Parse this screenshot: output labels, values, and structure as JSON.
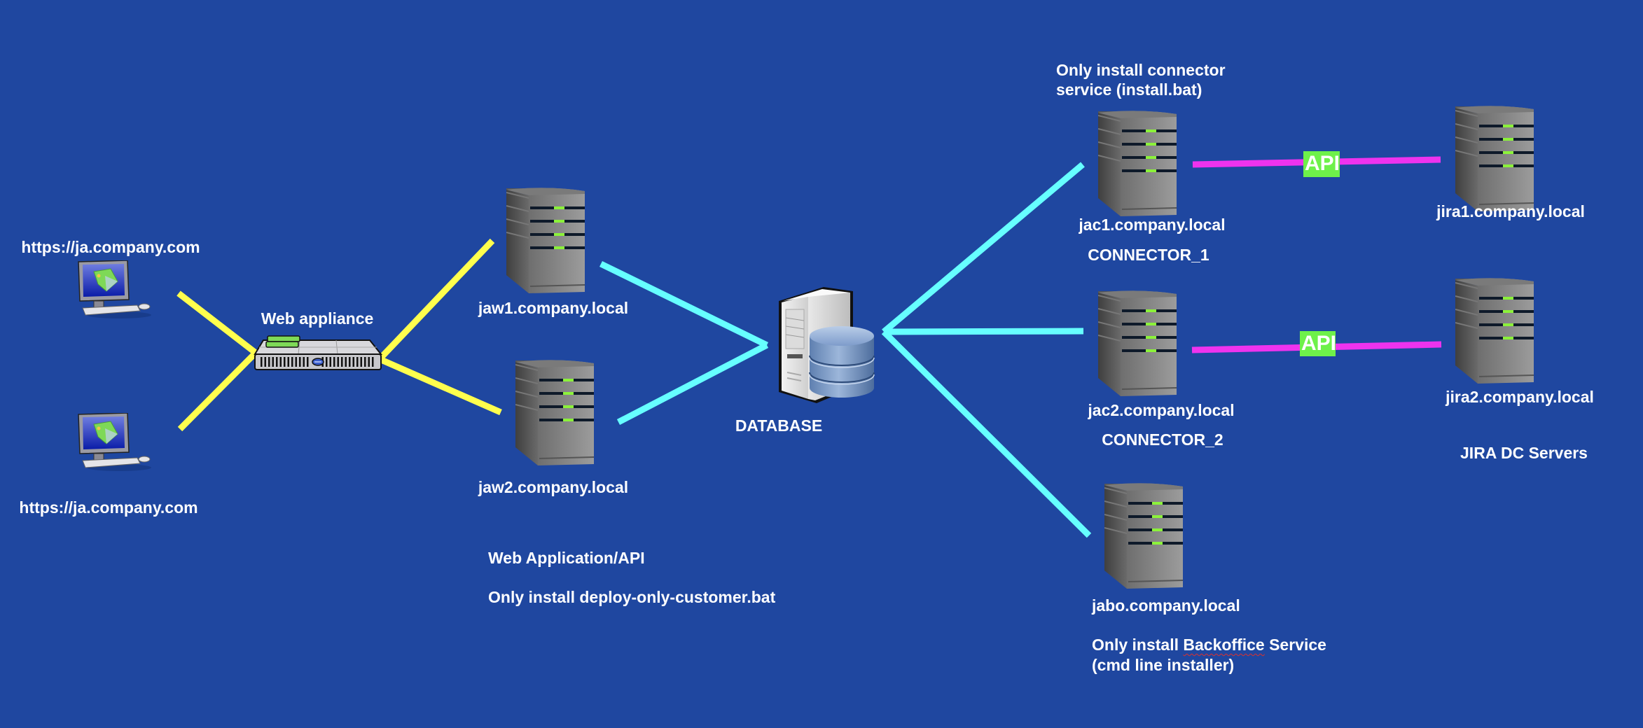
{
  "colors": {
    "background": "#1f47a0",
    "client_link": "#ffff4d",
    "db_link": "#66ffff",
    "api_link": "#ee33ee",
    "api_badge": "#6ef14a",
    "led": "#8cf23a",
    "label": "#ffffff"
  },
  "clients": [
    {
      "label": "https://ja.company.com",
      "icon": "desktop-computer-icon"
    },
    {
      "label": "https://ja.company.com",
      "icon": "desktop-computer-icon"
    }
  ],
  "web_appliance": {
    "label": "Web appliance",
    "icon": "network-appliance-icon"
  },
  "web_servers": [
    {
      "label": "jaw1.company.local",
      "icon": "server-tower-icon"
    },
    {
      "label": "jaw2.company.local",
      "icon": "server-tower-icon"
    }
  ],
  "web_note": {
    "title": "Web Application/API",
    "install": "Only install deploy-only-customer.bat"
  },
  "database": {
    "label": "DATABASE",
    "icon": "database-server-icon"
  },
  "connectors": {
    "note_line1": "Only install connector",
    "note_line2": "service (install.bat)",
    "items": [
      {
        "host": "jac1.company.local",
        "name": "CONNECTOR_1",
        "icon": "server-tower-icon"
      },
      {
        "host": "jac2.company.local",
        "name": "CONNECTOR_2",
        "icon": "server-tower-icon"
      }
    ]
  },
  "backoffice": {
    "host": "jabo.company.local",
    "note_prefix": "Only install ",
    "note_flagged_word": "Backoffice",
    "note_suffix": " Service",
    "note_line2": "(cmd line installer)",
    "icon": "server-tower-icon"
  },
  "jira": {
    "group_label": "JIRA DC Servers",
    "servers": [
      {
        "label": "jira1.company.local",
        "icon": "server-tower-icon"
      },
      {
        "label": "jira2.company.local",
        "icon": "server-tower-icon"
      }
    ]
  },
  "api_links": [
    {
      "label": "API",
      "from": "jac1.company.local",
      "to": "jira1.company.local"
    },
    {
      "label": "API",
      "from": "jac2.company.local",
      "to": "jira2.company.local"
    }
  ],
  "connections": [
    {
      "from": "client-1",
      "to": "web-appliance",
      "type": "client_link"
    },
    {
      "from": "client-2",
      "to": "web-appliance",
      "type": "client_link"
    },
    {
      "from": "web-appliance",
      "to": "jaw1",
      "type": "client_link"
    },
    {
      "from": "web-appliance",
      "to": "jaw2",
      "type": "client_link"
    },
    {
      "from": "jaw1",
      "to": "database",
      "type": "db_link"
    },
    {
      "from": "jaw2",
      "to": "database",
      "type": "db_link"
    },
    {
      "from": "database",
      "to": "jac1",
      "type": "db_link"
    },
    {
      "from": "database",
      "to": "jac2",
      "type": "db_link"
    },
    {
      "from": "database",
      "to": "jabo",
      "type": "db_link"
    }
  ]
}
